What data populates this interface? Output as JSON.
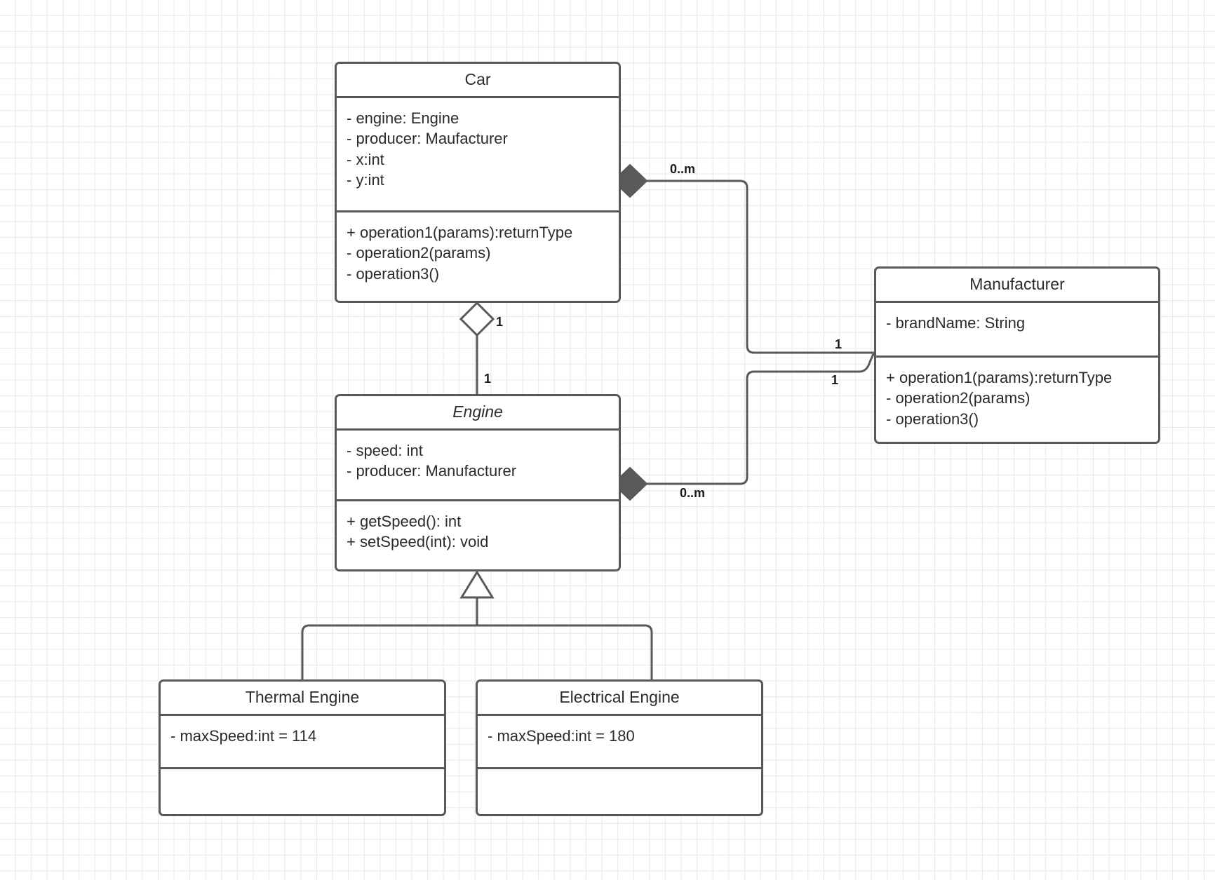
{
  "diagram": {
    "title": "UML Class Diagram",
    "type": "uml-class-diagram",
    "background": "#ffffff",
    "grid_color": "#e8e8e8",
    "stroke_color": "#595959",
    "text_color": "#2b2b2b"
  },
  "classes": {
    "car": {
      "name": "Car",
      "abstract": false,
      "attributes": [
        "- engine: Engine",
        "- producer: Maufacturer",
        "- x:int",
        "- y:int"
      ],
      "operations": [
        "+ operation1(params):returnType",
        "- operation2(params)",
        "- operation3()"
      ]
    },
    "engine": {
      "name": "Engine",
      "abstract": true,
      "attributes": [
        "- speed: int",
        "- producer: Manufacturer"
      ],
      "operations": [
        "+ getSpeed(): int",
        "+ setSpeed(int): void"
      ]
    },
    "manufacturer": {
      "name": "Manufacturer",
      "abstract": false,
      "attributes": [
        "- brandName: String"
      ],
      "operations": [
        "+ operation1(params):returnType",
        "- operation2(params)",
        "- operation3()"
      ]
    },
    "thermal_engine": {
      "name": "Thermal Engine",
      "abstract": false,
      "attributes": [
        "- maxSpeed:int = 114"
      ],
      "operations": []
    },
    "electrical_engine": {
      "name": "Electrical Engine",
      "abstract": false,
      "attributes": [
        "- maxSpeed:int = 180"
      ],
      "operations": []
    }
  },
  "relationships": [
    {
      "id": "car-manufacturer",
      "kind": "composition",
      "from": "Car",
      "to": "Manufacturer",
      "source_multiplicity": "0..m",
      "target_multiplicity": "1"
    },
    {
      "id": "engine-manufacturer",
      "kind": "composition",
      "from": "Engine",
      "to": "Manufacturer",
      "source_multiplicity": "0..m",
      "target_multiplicity": "1"
    },
    {
      "id": "car-engine",
      "kind": "aggregation",
      "from": "Car",
      "to": "Engine",
      "source_multiplicity": "1",
      "target_multiplicity": "1"
    },
    {
      "id": "thermal-engine-generalization",
      "kind": "generalization",
      "from": "Thermal Engine",
      "to": "Engine",
      "source_multiplicity": "",
      "target_multiplicity": ""
    },
    {
      "id": "electrical-engine-generalization",
      "kind": "generalization",
      "from": "Electrical Engine",
      "to": "Engine",
      "source_multiplicity": "",
      "target_multiplicity": ""
    }
  ],
  "multiplicity_labels": {
    "car_comp_source": "0..m",
    "car_comp_target": "1",
    "engine_comp_source": "0..m",
    "engine_comp_target": "1",
    "agg_car_end": "1",
    "agg_engine_end": "1"
  }
}
